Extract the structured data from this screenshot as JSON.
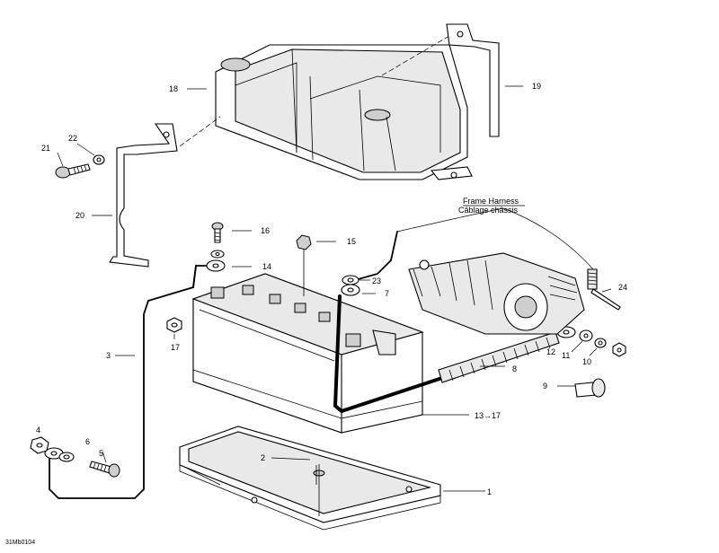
{
  "labels": {
    "p1": "1",
    "p2": "2",
    "p3": "3",
    "p4": "4",
    "p5": "5",
    "p6": "6",
    "p7": "7",
    "p8": "8",
    "p9": "9",
    "p10": "10",
    "p11": "11",
    "p12": "12",
    "p13": "13→17",
    "p14": "14",
    "p15": "15",
    "p16": "16",
    "p17": "17",
    "p18": "18",
    "p19": "19",
    "p20": "20",
    "p21": "21",
    "p22": "22",
    "p23": "23",
    "p24": "24"
  },
  "harness": {
    "line1": "Frame Harness",
    "line2": "Câblage châssis"
  },
  "drawing_id": "31Mb0104"
}
